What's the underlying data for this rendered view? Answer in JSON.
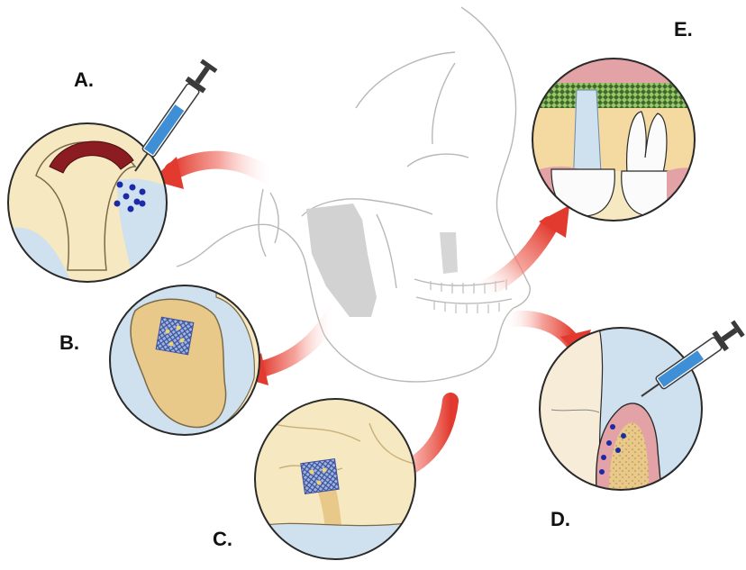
{
  "labels": {
    "a": "A.",
    "b": "B.",
    "c": "C.",
    "d": "D.",
    "e": "E."
  },
  "colors": {
    "bone": "#f6e8c0",
    "cortical": "#e9c98a",
    "soft_tissue": "#cfe0ee",
    "gum": "#e2a2a6",
    "cartilage": "#8a1c22",
    "arrow": "#e23a2e",
    "syringe_fluid": "#3f8fd6",
    "particles": "#1a2aa8",
    "scaffold": "#4a6fb8",
    "skull_line": "#b8b8b8",
    "skull_fill": "#cfcfcf",
    "outline": "#2a2a2a"
  },
  "icons": [
    "syringe-icon",
    "syringe-icon",
    "arrow-icon"
  ]
}
